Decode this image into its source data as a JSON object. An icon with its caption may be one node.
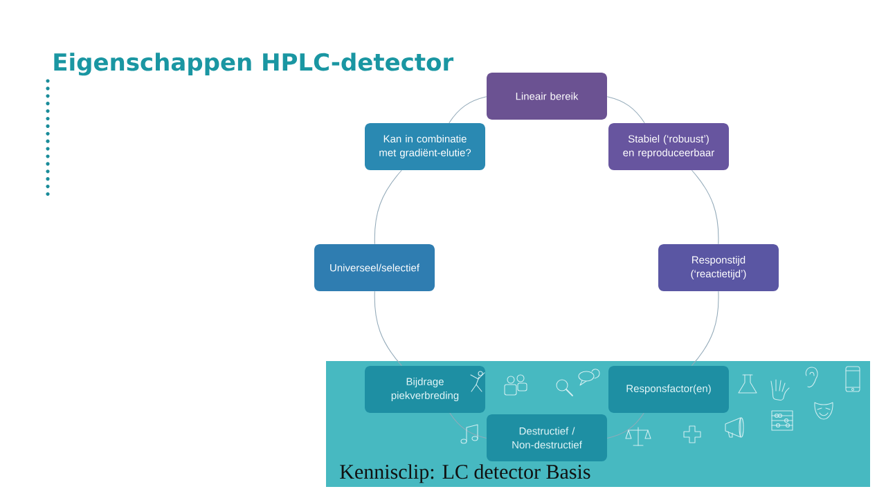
{
  "diagram": {
    "title": "Eigenschappen HPLC-detector",
    "caption": "Kennisclip: LC detector Basis",
    "nodes": [
      {
        "text": [
          "Lineair bereik"
        ]
      },
      {
        "text": [
          "Stabiel (‘robuust’) en reproduceerbaar"
        ]
      },
      {
        "text": [
          "Responstijd (‘reactietijd’)"
        ]
      },
      {
        "text": [
          "Responsfactor(en)"
        ]
      },
      {
        "text": [
          "Destructief / Non-destructief"
        ]
      },
      {
        "text": [
          "Bijdrage piekverbreding"
        ]
      },
      {
        "text": [
          "Universeel/selectief"
        ]
      },
      {
        "text": [
          "Kan in combinatie met gradiënt-elutie?"
        ]
      }
    ],
    "edges": [
      {
        "from": 0,
        "to": 1,
        "arrow": "none"
      },
      {
        "from": 1,
        "to": 2,
        "arrow": "none"
      },
      {
        "from": 2,
        "to": 3,
        "arrow": "none"
      },
      {
        "from": 3,
        "to": 4,
        "arrow": "none"
      },
      {
        "from": 4,
        "to": 5,
        "arrow": "none"
      },
      {
        "from": 5,
        "to": 6,
        "arrow": "none"
      },
      {
        "from": 6,
        "to": 7,
        "arrow": "none"
      },
      {
        "from": 7,
        "to": 0,
        "arrow": "none"
      }
    ]
  }
}
